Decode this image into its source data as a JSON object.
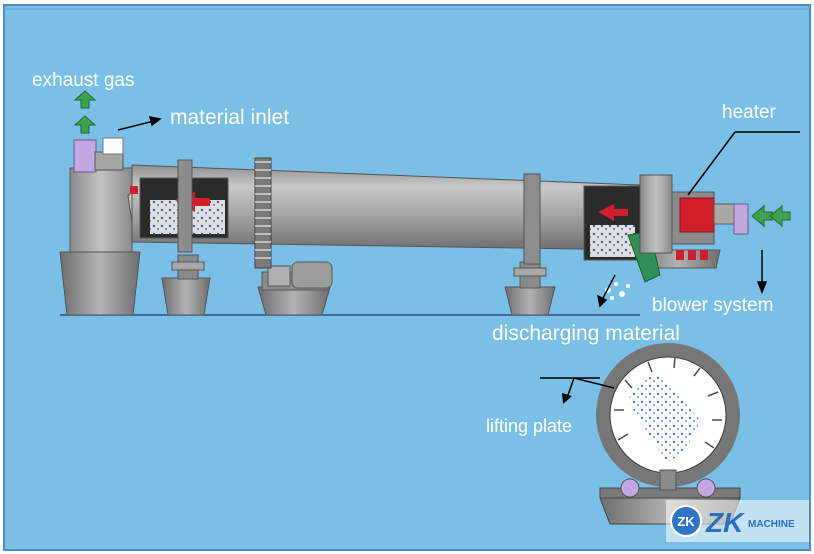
{
  "labels": {
    "exhaust_gas": "exhaust gas",
    "material_inlet": "material inlet",
    "heater": "heater",
    "blower_system": "blower system",
    "discharging_material": "discharging material",
    "lifting_plate": "lifting plate"
  },
  "logo": {
    "badge_text": "ZK",
    "brand_text": "ZK",
    "suffix_text": "MACHINE"
  },
  "colors": {
    "background": "#79bfe6",
    "shell": "#9c9c9c",
    "heater_red": "#d01f2b",
    "arrow_green": "#3fa24f",
    "purple_pipe": "#c3a7e3"
  }
}
